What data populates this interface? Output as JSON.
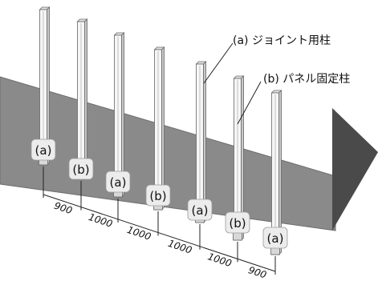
{
  "callouts": {
    "joint": "(a) ジョイント用柱",
    "panel": "(b) パネル固定柱"
  },
  "posts": [
    {
      "tag": "(a)"
    },
    {
      "tag": "(b)"
    },
    {
      "tag": "(a)"
    },
    {
      "tag": "(b)"
    },
    {
      "tag": "(a)"
    },
    {
      "tag": "(b)"
    },
    {
      "tag": "(a)"
    }
  ],
  "spacings": [
    "900",
    "1000",
    "1000",
    "1000",
    "1000",
    "900"
  ],
  "colors": {
    "slab": "#8a8a8a",
    "slab_edge": "#6e6e6e",
    "post_face": "#f6f6f6",
    "post_shade": "#c8c8c8",
    "post_edge": "#666666",
    "tag_fill": "#ececec",
    "arrow": "#4a4a4a",
    "line": "#222222"
  },
  "icons": {
    "next": "right-arrow-icon"
  }
}
